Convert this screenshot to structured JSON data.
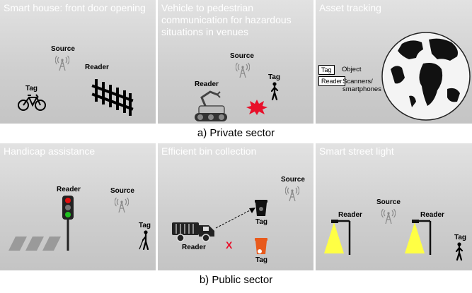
{
  "private_sector": {
    "caption": "a) Private sector",
    "panels": [
      {
        "title": "Smart house: front door opening",
        "labels": {
          "source": "Source",
          "reader": "Reader",
          "tag": "Tag"
        }
      },
      {
        "title": "Vehicle to pedestrian communication for hazardous situations in venues",
        "labels": {
          "source": "Source",
          "reader": "Reader",
          "tag": "Tag"
        }
      },
      {
        "title": "Asset tracking",
        "legend": [
          {
            "box": "Tag",
            "text": "Object"
          },
          {
            "box": "Reader",
            "text": "Scanners/ smartphones"
          }
        ]
      }
    ]
  },
  "public_sector": {
    "caption": "b) Public sector",
    "panels": [
      {
        "title": "Handicap assistance",
        "labels": {
          "source": "Source",
          "reader": "Reader",
          "tag": "Tag"
        }
      },
      {
        "title": "Efficient bin collection",
        "labels": {
          "source": "Source",
          "reader": "Reader",
          "tag1": "Tag",
          "tag2": "Tag",
          "cross": "X"
        }
      },
      {
        "title": "Smart street light",
        "labels": {
          "source": "Source",
          "reader1": "Reader",
          "reader2": "Reader",
          "tag": "Tag"
        }
      }
    ]
  },
  "colors": {
    "panel_bg": "#d0d0d0",
    "title_text": "#ffffff",
    "light_beam": "#ffff44",
    "burst": "#e8102a",
    "bin_orange": "#e85a1c",
    "traffic_red": "#e01010",
    "traffic_green": "#20c020"
  }
}
